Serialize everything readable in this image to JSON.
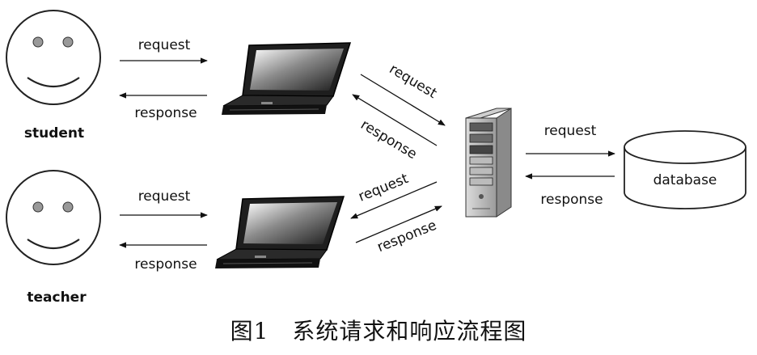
{
  "actors": {
    "student": "student",
    "teacher": "teacher"
  },
  "labels": {
    "request": "request",
    "response": "response",
    "database": "database"
  },
  "caption": "图1　系统请求和响应流程图"
}
